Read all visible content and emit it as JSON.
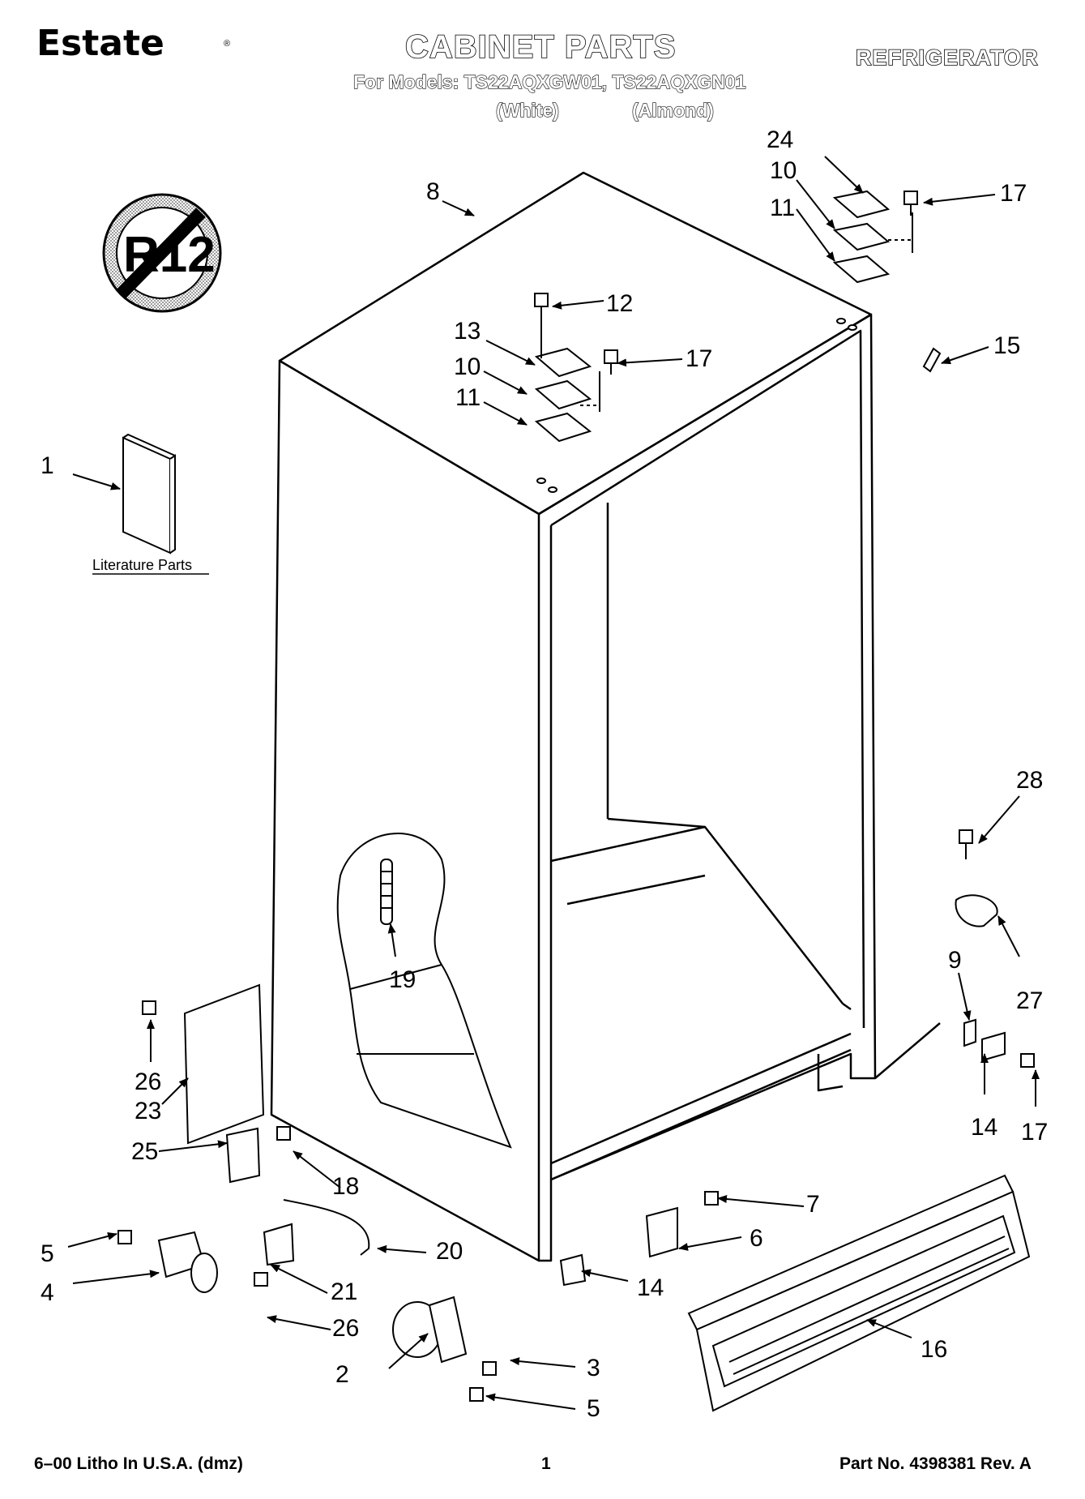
{
  "header": {
    "brand": "Estate",
    "brand_mark": "®",
    "title": "CABINET PARTS",
    "models_line": "For Models: TS22AQXGW01, TS22AQXGN01",
    "color_1": "(White)",
    "color_2": "(Almond)",
    "appliance": "REFRIGERATOR"
  },
  "badge": {
    "text": "R12",
    "icon": "no-r12-icon"
  },
  "literature": {
    "caption": "Literature Parts"
  },
  "callouts": {
    "c1": "1",
    "c2": "2",
    "c3": "3",
    "c4": "4",
    "c5a": "5",
    "c5b": "5",
    "c6": "6",
    "c7": "7",
    "c8": "8",
    "c9": "9",
    "c10a": "10",
    "c10b": "10",
    "c11a": "11",
    "c11b": "11",
    "c12": "12",
    "c13": "13",
    "c14a": "14",
    "c14b": "14",
    "c15": "15",
    "c16": "16",
    "c17a": "17",
    "c17b": "17",
    "c17c": "17",
    "c18": "18",
    "c19": "19",
    "c20": "20",
    "c21": "21",
    "c23": "23",
    "c24": "24",
    "c25": "25",
    "c26a": "26",
    "c26b": "26",
    "c27": "27",
    "c28": "28"
  },
  "footer": {
    "left": "6–00 Litho In U.S.A. (dmz)",
    "center": "1",
    "right": "Part No. 4398381 Rev. A"
  }
}
